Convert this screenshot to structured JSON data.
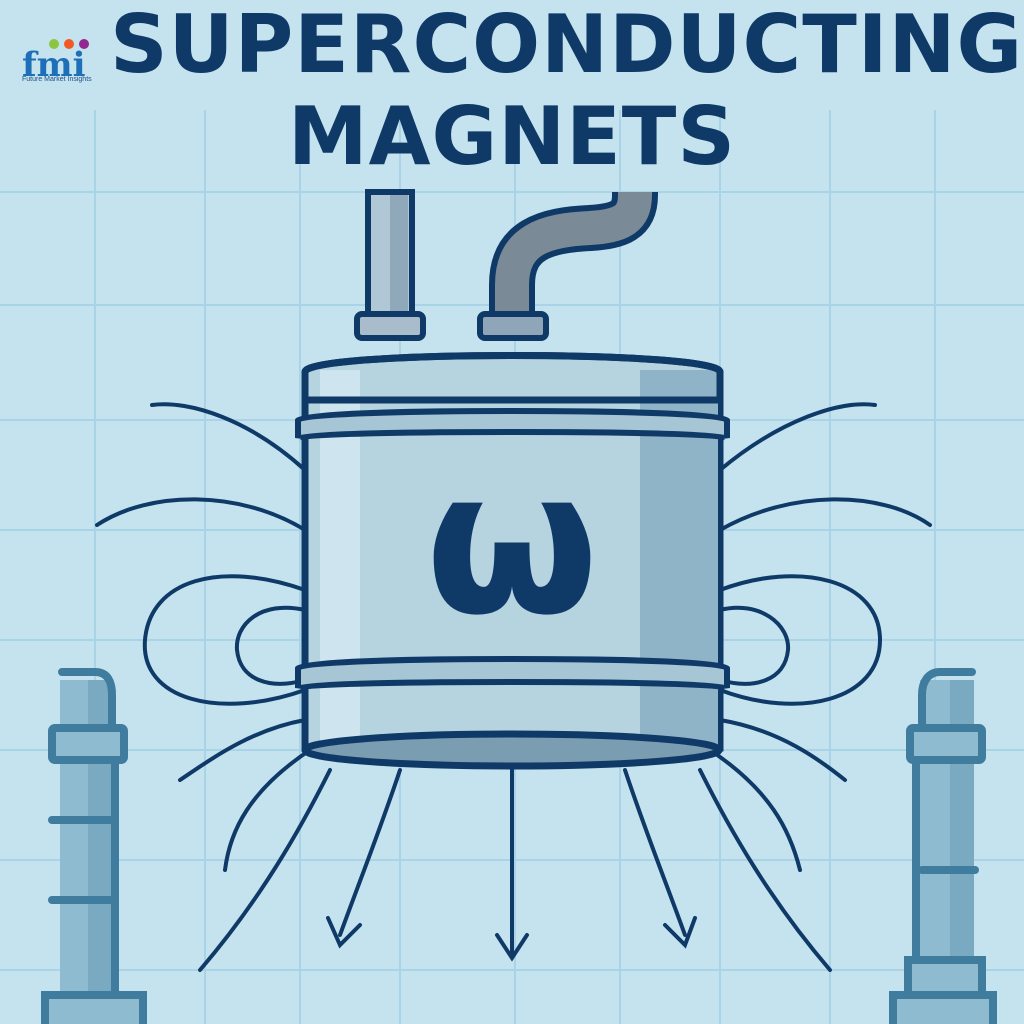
{
  "title": {
    "line1": "SUPERCONDUCTING",
    "line2": "MAGNETS"
  },
  "logo": {
    "mark": "fmi",
    "caption": "Future Market Insights"
  },
  "illustration": {
    "subject": "superconducting-magnet-cryostat",
    "symbol": "ω",
    "elements": [
      "cryostat-tank",
      "straight-pipe",
      "bent-pipe",
      "magnetic-field-lines",
      "downward-arrows",
      "left-pillar",
      "right-pillar",
      "grid-background"
    ]
  },
  "colors": {
    "background": "#c4e3ee",
    "grid": "#a9d3e6",
    "navy": "#0f3a68",
    "tank": "#a8c8d8",
    "pillar": "#4f88a8",
    "pipe": "#7a8a96"
  }
}
